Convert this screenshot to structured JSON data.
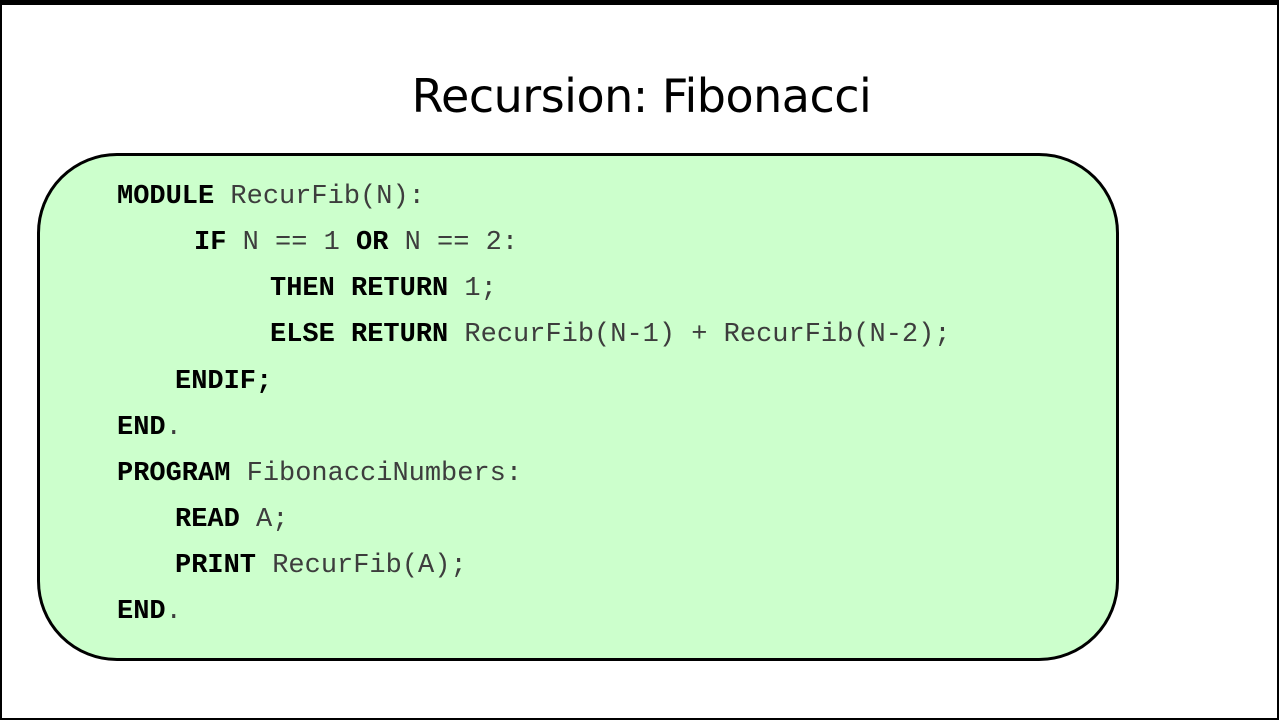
{
  "slide": {
    "title": "Recursion: Fibonacci",
    "code_box_color": "#ccffcc",
    "code": {
      "l1": {
        "k1": "MODULE",
        "t1": " RecurFib(N):"
      },
      "l2": {
        "k1": "IF",
        "t1": " N == 1 ",
        "k2": "OR",
        "t2": " N == 2:"
      },
      "l3": {
        "k1": "THEN",
        "t1": " ",
        "k2": "RETURN",
        "t2": " 1;"
      },
      "l4": {
        "k1": "ELSE",
        "t1": " ",
        "k2": "RETURN",
        "t2": " RecurFib(N-1) + RecurFib(N-2);"
      },
      "l5": {
        "k1": "ENDIF;"
      },
      "l6": {
        "k1": "END",
        "t1": "."
      },
      "l7": {
        "k1": "PROGRAM",
        "t1": " FibonacciNumbers:"
      },
      "l8": {
        "k1": "READ",
        "t1": " A;"
      },
      "l9": {
        "k1": "PRINT",
        "t1": " RecurFib(A);"
      },
      "l10": {
        "k1": "END",
        "t1": "."
      }
    }
  }
}
